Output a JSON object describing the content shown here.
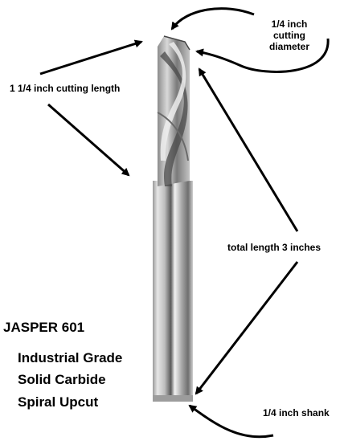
{
  "annotations": {
    "cutting_diameter": [
      "1/4 inch",
      "cutting",
      "diameter"
    ],
    "cutting_length": "1 1/4 inch cutting length",
    "total_length": "total length 3 inches",
    "shank": "1/4 inch shank"
  },
  "product": {
    "model": "JASPER 601",
    "features": [
      "Industrial Grade",
      "Solid Carbide",
      "Spiral Upcut"
    ]
  },
  "colors": {
    "text": "#000000",
    "background": "#ffffff",
    "metal": "#b8b8b8"
  }
}
